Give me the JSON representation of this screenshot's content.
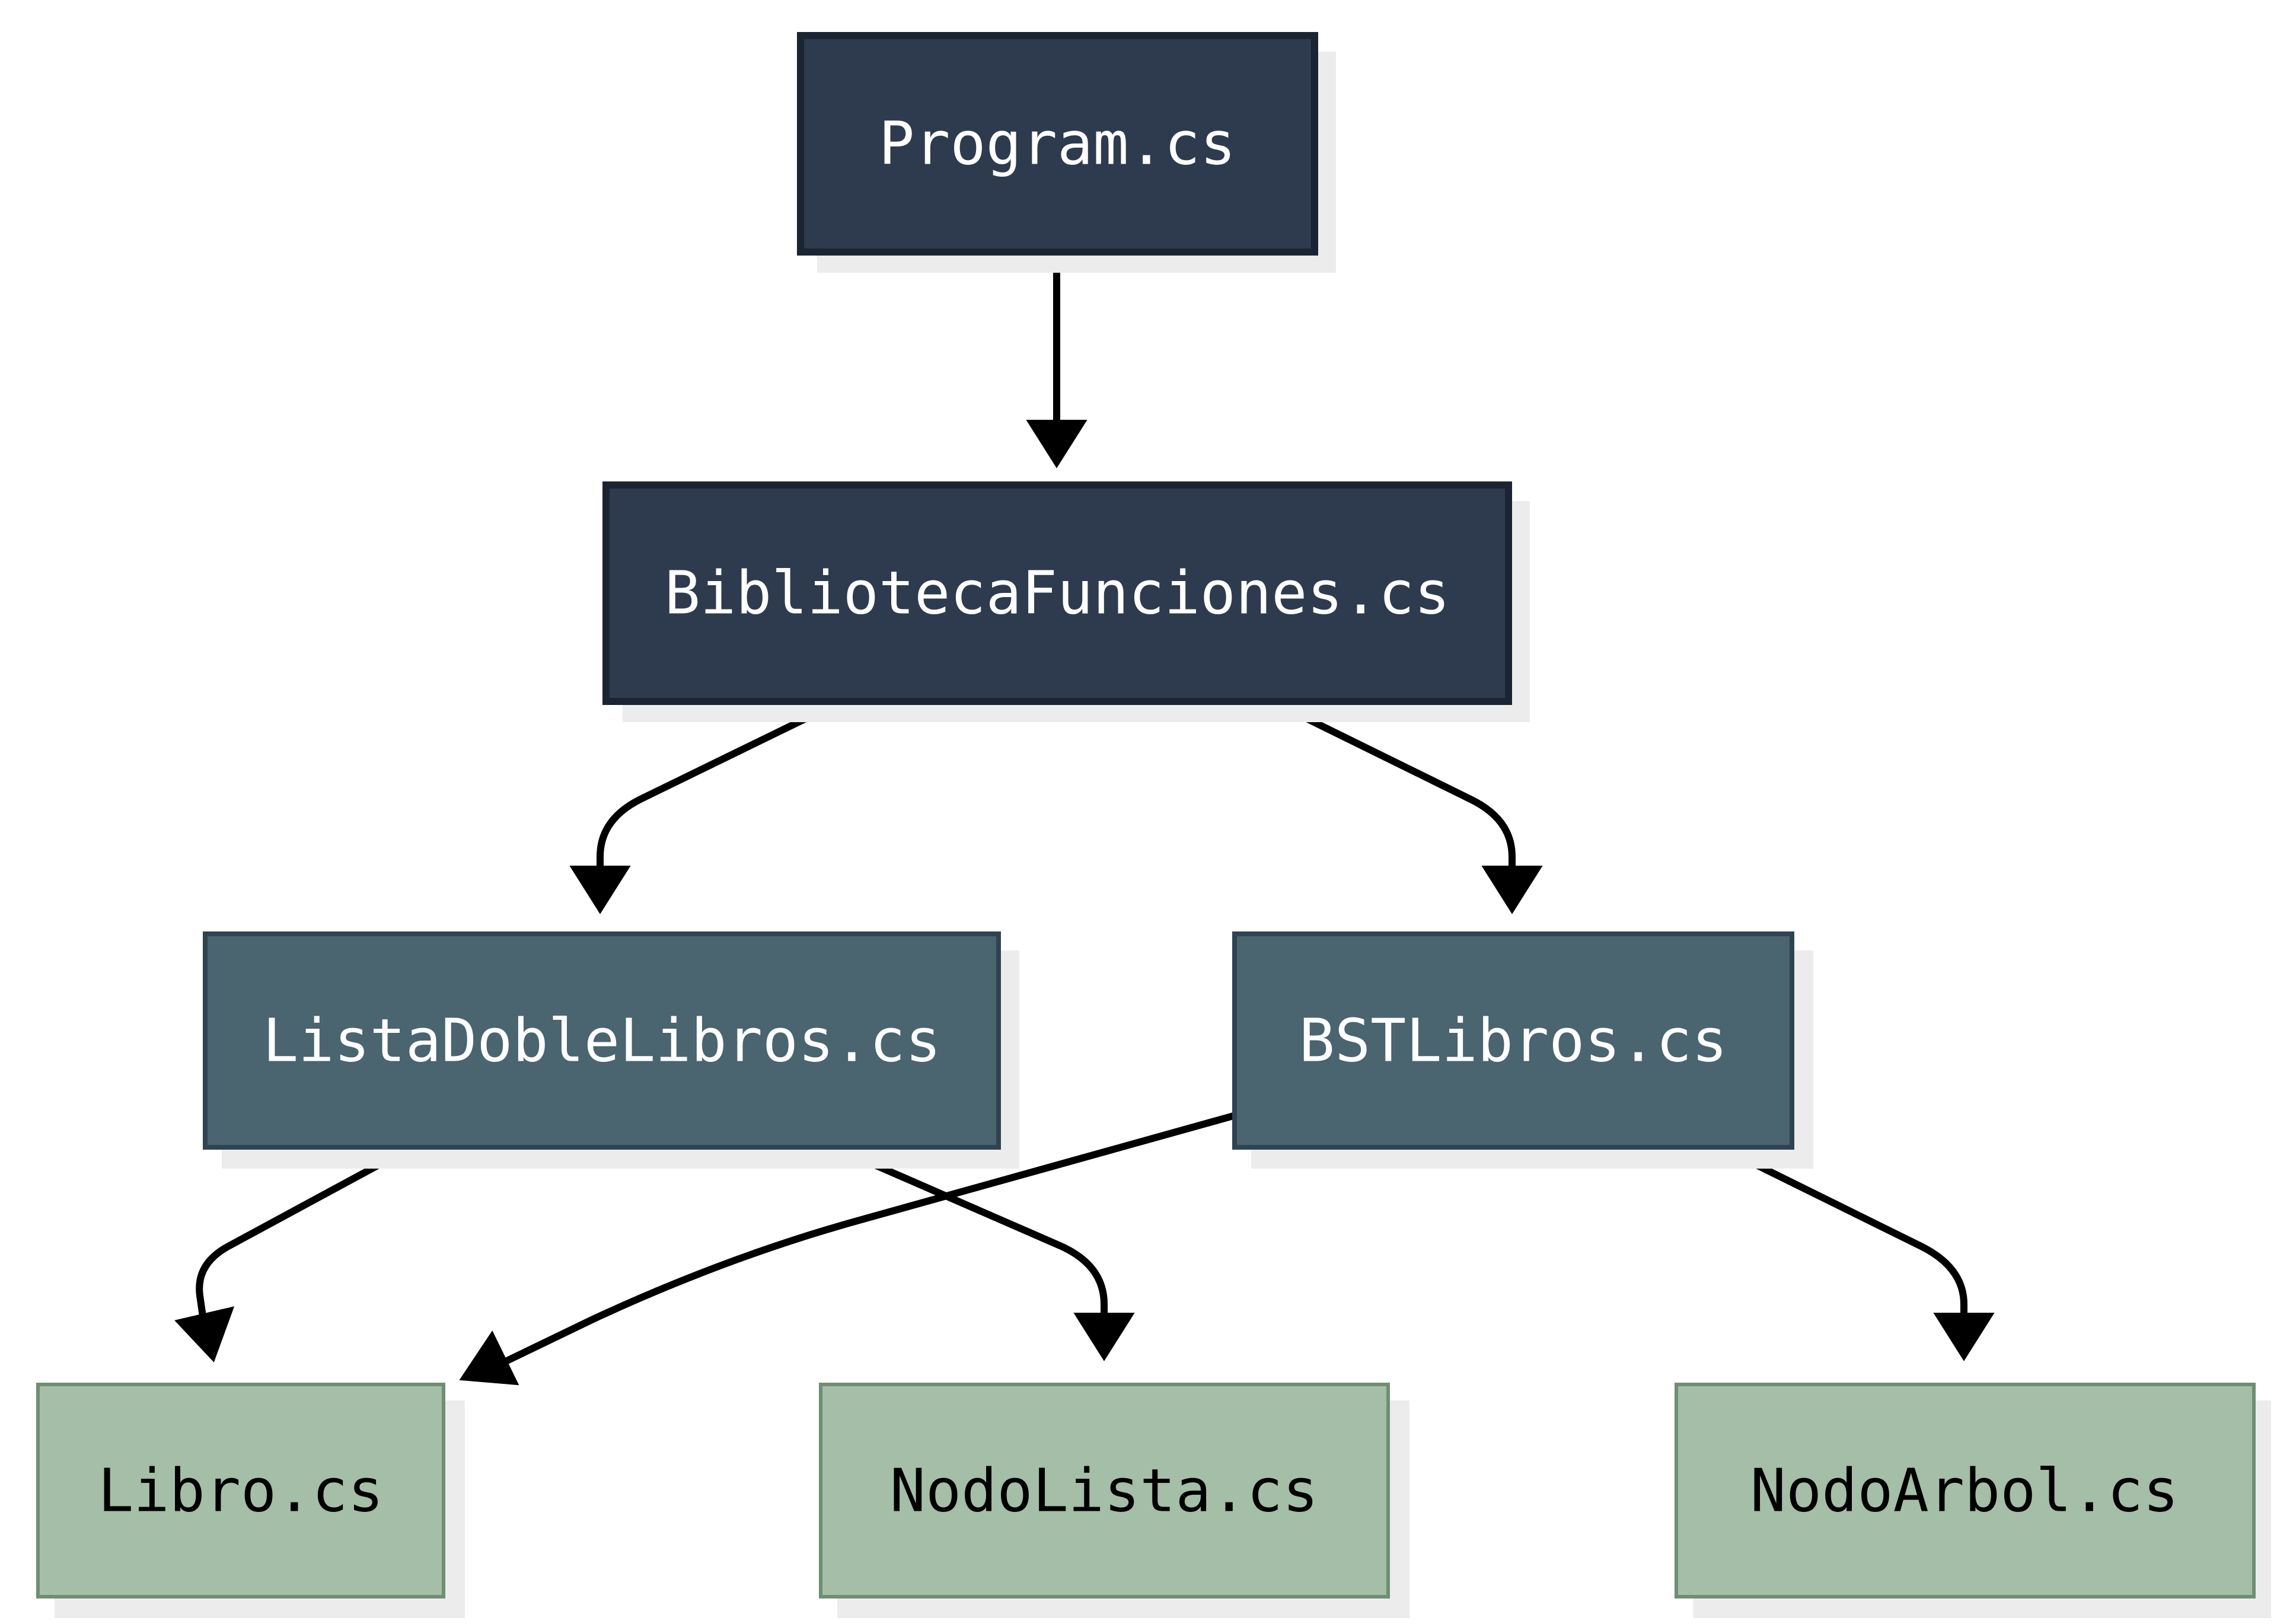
{
  "nodes": {
    "program": {
      "label": "Program.cs",
      "fill": "#2e3b4e",
      "border": "#1b2433",
      "text_color": "#ffffff"
    },
    "biblioteca": {
      "label": "BibliotecaFunciones.cs",
      "fill": "#2e3b4e",
      "border": "#1b2433",
      "text_color": "#ffffff"
    },
    "lista_doble": {
      "label": "ListaDobleLibros.cs",
      "fill": "#4a6470",
      "border": "#2f4450",
      "text_color": "#ffffff"
    },
    "bst": {
      "label": "BSTLibros.cs",
      "fill": "#4a6470",
      "border": "#2f4450",
      "text_color": "#ffffff"
    },
    "libro": {
      "label": "Libro.cs",
      "fill": "#a4bea8",
      "border": "#6e8f72",
      "text_color": "#000000"
    },
    "nodo_lista": {
      "label": "NodoLista.cs",
      "fill": "#a4bea8",
      "border": "#6e8f72",
      "text_color": "#000000"
    },
    "nodo_arbol": {
      "label": "NodoArbol.cs",
      "fill": "#a4bea8",
      "border": "#6e8f72",
      "text_color": "#000000"
    }
  },
  "edges": [
    {
      "from": "Program.cs",
      "to": "BibliotecaFunciones.cs"
    },
    {
      "from": "BibliotecaFunciones.cs",
      "to": "ListaDobleLibros.cs"
    },
    {
      "from": "BibliotecaFunciones.cs",
      "to": "BSTLibros.cs"
    },
    {
      "from": "ListaDobleLibros.cs",
      "to": "Libro.cs"
    },
    {
      "from": "ListaDobleLibros.cs",
      "to": "NodoLista.cs"
    },
    {
      "from": "BSTLibros.cs",
      "to": "Libro.cs"
    },
    {
      "from": "BSTLibros.cs",
      "to": "NodoArbol.cs"
    }
  ],
  "colors": {
    "edge": "#000000",
    "shadow": "#ececec",
    "background": "#ffffff"
  }
}
